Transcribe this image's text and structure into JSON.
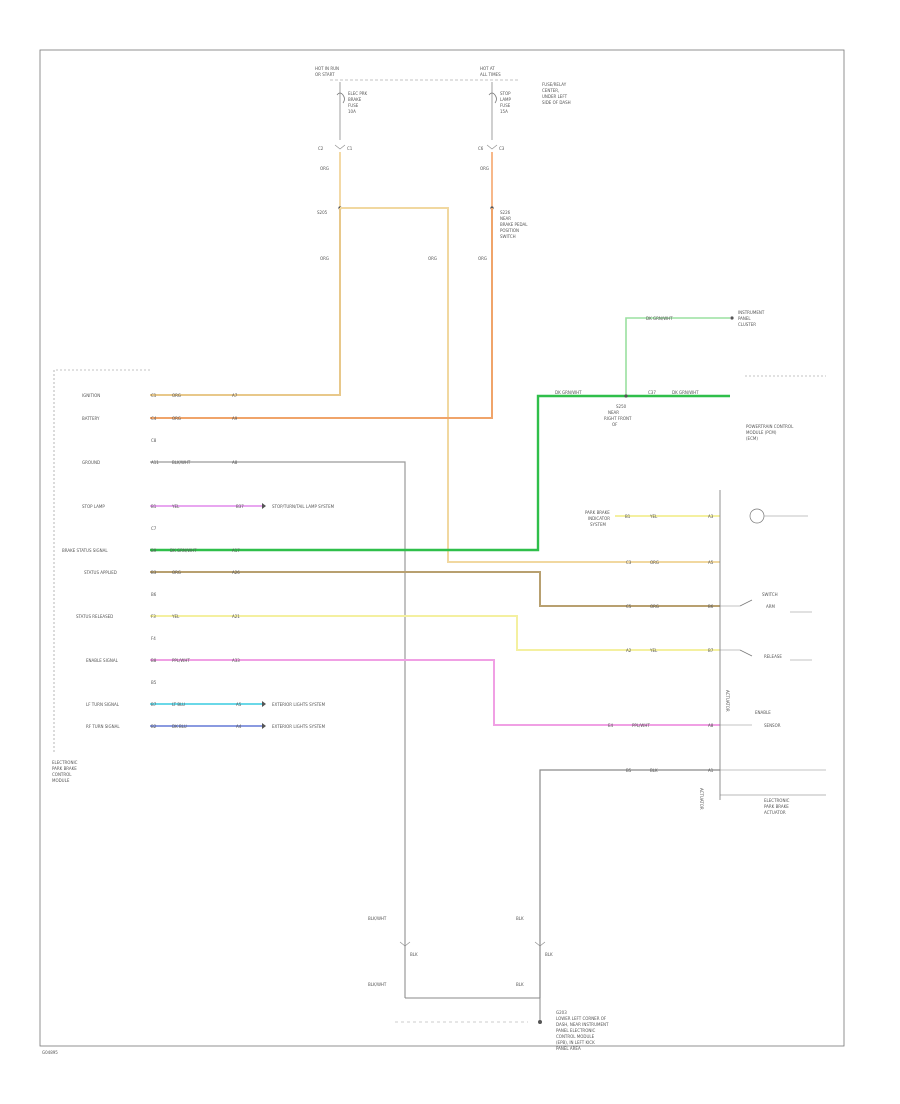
{
  "diagram": {
    "fuses": {
      "left_header": [
        "HOT IN RUN",
        "OR START"
      ],
      "right_header": [
        "HOT AT",
        "ALL TIMES"
      ],
      "fuse_block_label": [
        "FUSE/RELAY",
        "CENTER,",
        "UNDER LEFT",
        "SIDE OF DASH"
      ],
      "left_fuse": [
        "ELEC PRK",
        "BRAKE",
        "FUSE",
        "10A"
      ],
      "right_fuse": [
        "STOP",
        "LAMP",
        "FUSE",
        "15A"
      ],
      "left_pins": [
        "C2",
        "C1"
      ],
      "right_pins": [
        "C6",
        "C3"
      ],
      "wire_labels": [
        "ORG",
        "ORG",
        "ORG",
        "ORG",
        "ORG"
      ],
      "splice_left": "S205",
      "splice_right": "S226",
      "splice_right_desc": [
        "NEAR",
        "BRAKE PEDAL",
        "POSITION",
        "SWITCH"
      ]
    },
    "module": {
      "pins": [
        {
          "name": "IGNITION",
          "num": "C1",
          "color": "ORG",
          "cavity": "A7"
        },
        {
          "name": "BATTERY",
          "num": "C4",
          "color": "ORG",
          "cavity": "A9"
        },
        {
          "name": "",
          "num": "C8",
          "color": "",
          "cavity": ""
        },
        {
          "name": "GROUND",
          "num": "A11",
          "color": "BLK/WHT",
          "cavity": "A8"
        },
        {
          "name": "STOP LAMP",
          "num": "B1",
          "color": "YEL",
          "cavity": "B37"
        },
        {
          "name": "",
          "num": "C7",
          "color": "",
          "cavity": ""
        },
        {
          "name": "BRAKE STATUS SIGNAL",
          "num": "B9",
          "color": "DK GRN/WHT",
          "cavity": "A17"
        },
        {
          "name": "STATUS APPLIED",
          "num": "B3",
          "color": "ORG",
          "cavity": "A26"
        },
        {
          "name": "",
          "num": "B6",
          "color": "",
          "cavity": ""
        },
        {
          "name": "STATUS RELEASED",
          "num": "F3",
          "color": "YEL",
          "cavity": "A21"
        },
        {
          "name": "",
          "num": "F4",
          "color": "",
          "cavity": ""
        },
        {
          "name": "ENABLE SIGNAL",
          "num": "B8",
          "color": "PPL/WHT",
          "cavity": "A33"
        },
        {
          "name": "",
          "num": "B5",
          "color": "",
          "cavity": ""
        },
        {
          "name": "LF TURN SIGNAL",
          "num": "B7",
          "color": "LT BLU",
          "cavity": "A5"
        },
        {
          "name": "RF TURN SIGNAL",
          "num": "B2",
          "color": "DK BLU",
          "cavity": "A4"
        }
      ],
      "stop_lamp_ref": "STOP/TURN/TAIL LAMP SYSTEM",
      "turn_ref_lf": "EXTERIOR LIGHTS SYSTEM",
      "turn_ref_rf": "EXTERIOR LIGHTS SYSTEM",
      "module_label": [
        "ELECTRONIC",
        "PARK BRAKE",
        "CONTROL",
        "MODULE"
      ]
    },
    "right": {
      "cluster_wire": "DK GRN/WHT",
      "cluster_label": [
        "INSTRUMENT",
        "PANEL",
        "CLUSTER"
      ],
      "pcm_label": [
        "POWERTRAIN CONTROL",
        "MODULE (PCM)",
        "(ECM)"
      ],
      "splice_s250": [
        "S250",
        "NEAR",
        "RIGHT FRONT",
        "OF"
      ],
      "pcm_pin": "C37",
      "pcm_wire": "DK GRN/WHT",
      "indicator_label": [
        "PARK BRAKE",
        "INDICATOR",
        "SYSTEM"
      ],
      "indicator_pin": "B1",
      "indicator_wire": "YEL",
      "indicator_cavity": "A3",
      "row_applied": {
        "pin": "C3",
        "wire": "ORG",
        "cavity": "A5"
      },
      "row_status_applied": {
        "pin": "C5",
        "wire": "ORG",
        "cavity": "B6",
        "switch_top": "SWITCH",
        "switch_label": "ARM"
      },
      "row_status_released": {
        "pin": "A2",
        "wire": "YEL",
        "cavity": "B7",
        "switch_label": "RELEASE"
      },
      "row_enable": {
        "pin": "E4",
        "wire": "PPL/WHT",
        "cavity": "A8",
        "label": "ENABLE",
        "sub": "SENSOR"
      },
      "row_ground": {
        "pin": "B5",
        "wire": "BLK",
        "cavity": "A1"
      },
      "actuator_label": [
        "ELECTRONIC",
        "PARK BRAKE",
        "ACTUATOR"
      ],
      "actuator_vert": "ACTUATOR"
    },
    "ground": {
      "left_top": "BLK/WHT",
      "left_mid": "BLK",
      "left_bottom": "BLK/WHT",
      "right_top": "BLK",
      "right_mid": "BLK",
      "right_bottom": "BLK",
      "ground_label": [
        "G203",
        "LOWER LEFT CORNER OF",
        "DASH, NEAR INSTRUMENT",
        "PANEL ELECTRONIC",
        "CONTROL MODULE",
        "(EPB), IN LEFT KICK",
        "PANEL AREA"
      ]
    },
    "footer_code": "G04895"
  }
}
